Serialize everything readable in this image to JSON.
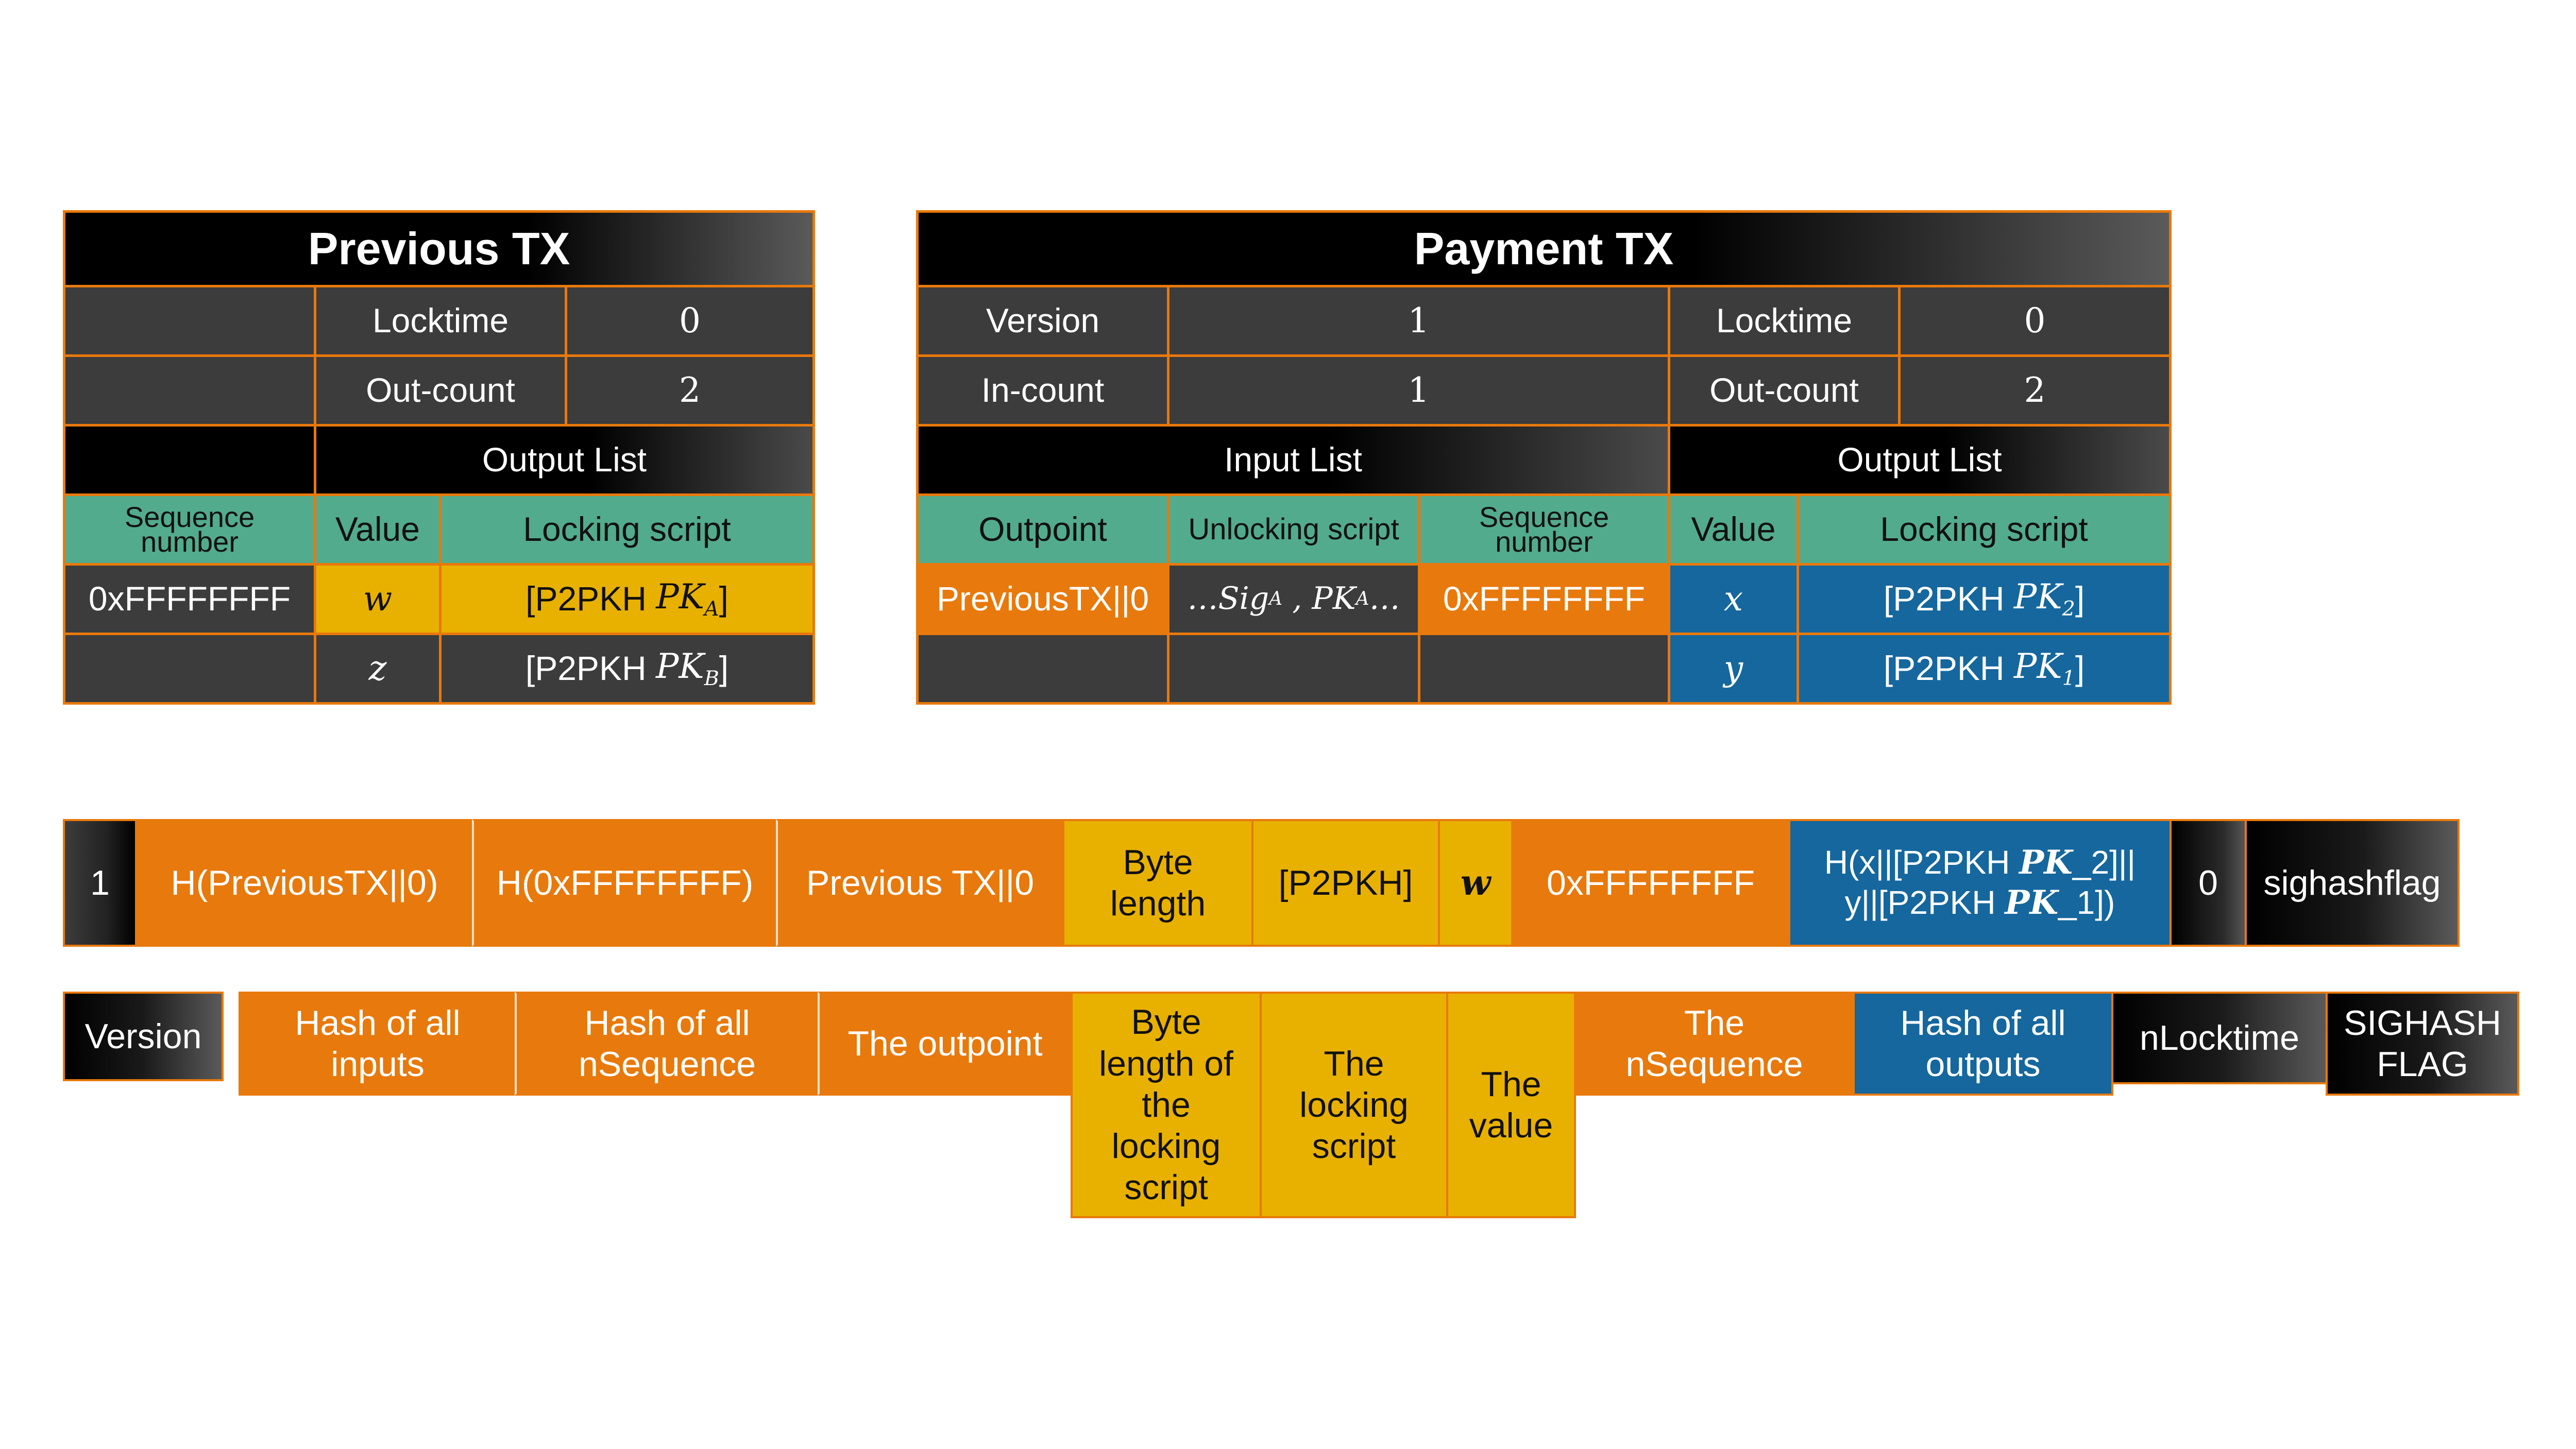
{
  "previous_tx": {
    "title": "Previous TX",
    "locktime_label": "Locktime",
    "locktime_value": "0",
    "outcount_label": "Out-count",
    "outcount_value": "2",
    "output_list_label": "Output List",
    "col_sequence": "Sequence number",
    "col_value": "Value",
    "col_locking": "Locking script",
    "row1_sequence": "0xFFFFFFFF",
    "row1_value": "w",
    "row1_locking_prefix": "[P2PKH ",
    "row1_locking_pk": "PK",
    "row1_locking_sub": "A",
    "row1_locking_suffix": "]",
    "row2_value": "z",
    "row2_locking_prefix": "[P2PKH ",
    "row2_locking_pk": "PK",
    "row2_locking_sub": "B",
    "row2_locking_suffix": "]"
  },
  "payment_tx": {
    "title": "Payment TX",
    "version_label": "Version",
    "version_value": "1",
    "locktime_label": "Locktime",
    "locktime_value": "0",
    "incount_label": "In-count",
    "incount_value": "1",
    "outcount_label": "Out-count",
    "outcount_value": "2",
    "input_list_label": "Input List",
    "output_list_label": "Output List",
    "col_outpoint": "Outpoint",
    "col_unlocking": "Unlocking script",
    "col_sequence": "Sequence number",
    "col_value": "Value",
    "col_locking": "Locking script",
    "row1_outpoint": "PreviousTX||0",
    "row1_unlocking_a": "…Sig",
    "row1_unlocking_a_sub": "A",
    "row1_unlocking_b": " , PK",
    "row1_unlocking_b_sub": "A",
    "row1_unlocking_c": "…",
    "row1_sequence": "0xFFFFFFFF",
    "row1_value": "x",
    "row1_locking_prefix": "[P2PKH ",
    "row1_locking_pk": "PK",
    "row1_locking_sub": "2",
    "row1_locking_suffix": "]",
    "row2_value": "y",
    "row2_locking_prefix": "[P2PKH ",
    "row2_locking_pk": "PK",
    "row2_locking_sub": "1",
    "row2_locking_suffix": "]"
  },
  "preimage": {
    "segments": [
      "1",
      "H(PreviousTX||0)",
      "H(0xFFFFFFFF)",
      "Previous TX||0",
      "Byte length",
      "[P2PKH]",
      "w",
      "0xFFFFFFFF",
      "H(x||[P2PKH PK_2]|| y||[P2PKH PK_1])",
      "0",
      "sighashflag"
    ],
    "seg8_line1_a": "H(x||[P2PKH ",
    "seg8_line1_b": "PK",
    "seg8_line1_c": "_2]||",
    "seg8_line2_a": "y||[P2PKH ",
    "seg8_line2_b": "PK",
    "seg8_line2_c": "_1])"
  },
  "legend": {
    "labels": [
      "Version",
      "Hash of all inputs",
      "Hash of all nSequence",
      "The outpoint",
      "Byte length of the locking script",
      "The locking script",
      "The value",
      "The nSequence",
      "Hash of all outputs",
      "nLocktime",
      "SIGHASH FLAG"
    ]
  },
  "colors": {
    "orange": "#e8790c",
    "yellow": "#e8b100",
    "green": "#52ab8c",
    "blue": "#15679e",
    "dark": "#3c3c3c",
    "black": "#000000"
  }
}
